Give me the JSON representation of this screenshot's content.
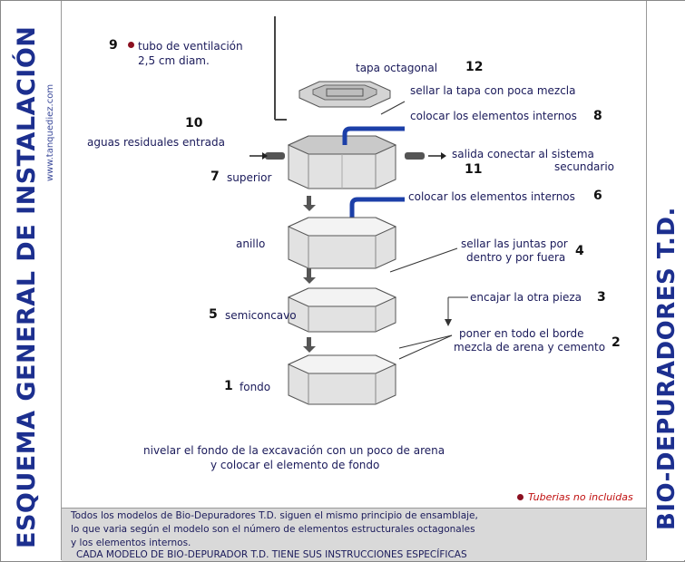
{
  "side_title_left": "ESQUEMA GENERAL DE INSTALACIÓN",
  "side_url": "www.tanquediez.com",
  "side_title_right": "BIO-DEPURADORES T.D.",
  "labels": {
    "n9": "9",
    "tubo": "tubo de ventilación",
    "tubo_diam": "2,5 cm diam.",
    "tapa": "tapa octagonal",
    "n12": "12",
    "sellar_tapa": "sellar la tapa con poca mezcla",
    "colocar8": "colocar los elementos internos",
    "n8": "8",
    "n10": "10",
    "aguas": "aguas residuales entrada",
    "salida1": "salida conectar al sistema",
    "salida2": "secundario",
    "n11": "11",
    "n7": "7",
    "superior": "superior",
    "colocar6": "colocar los elementos internos",
    "n6": "6",
    "anillo": "anillo",
    "sellar_juntas1": "sellar las juntas por",
    "sellar_juntas2": "dentro y por fuera",
    "n4": "4",
    "n5": "5",
    "semiconcavo": "semiconcavo",
    "encajar": "encajar la otra pieza",
    "n3": "3",
    "poner1": "poner en todo el borde",
    "poner2": "mezcla de arena y cemento",
    "n2": "2",
    "n1": "1",
    "fondo": "fondo",
    "nivelar1": "nivelar el fondo de la excavación con un poco de arena",
    "nivelar2": "y colocar el elemento de fondo",
    "tuberias": "Tuberias no incluidas"
  },
  "info": {
    "line1": "Todos los modelos de Bio-Depuradores T.D. siguen el mismo principio de ensamblaje,",
    "line2": "lo que varia según el modelo son el número de  elementos estructurales octagonales",
    "line3": "y los elementos internos.",
    "line4": "CADA MODELO DE  BIO-DEPURADOR  T.D. TIENE SUS INSTRUCCIONES ESPECÍFICAS"
  },
  "colors": {
    "title_blue": "#1c2f8f",
    "pipe_blue": "#1c3fa8",
    "note_red": "#c01010",
    "dot_red": "#8b1020"
  }
}
